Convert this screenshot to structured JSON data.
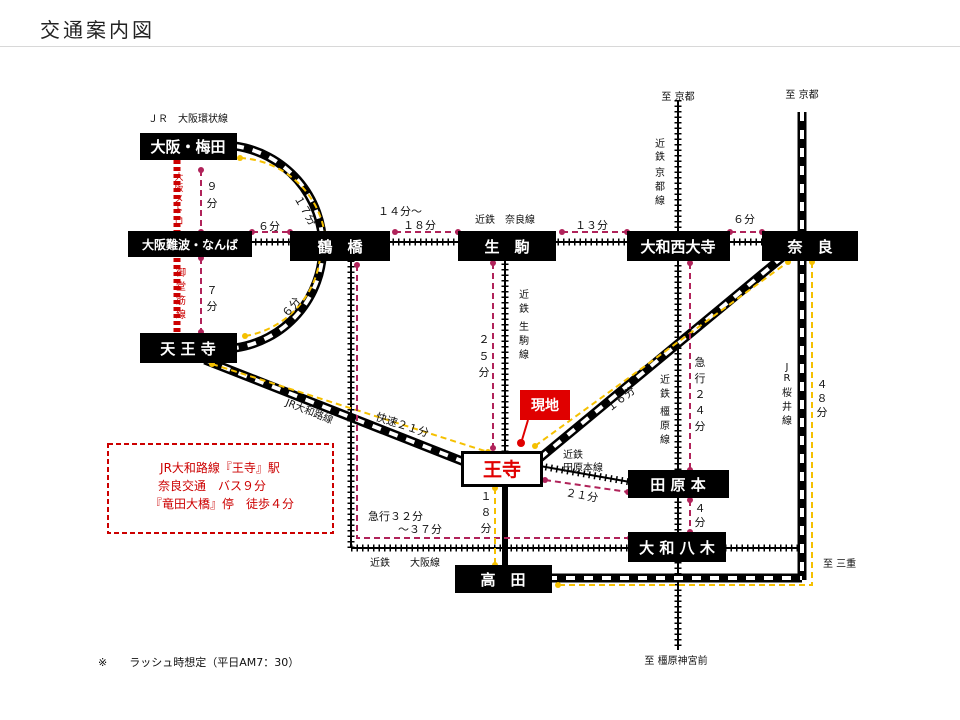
{
  "title": "交通案内図",
  "stations": {
    "umeda": "大阪・梅田",
    "namba": "大阪難波・なんば",
    "tsuruhashi": "鶴　橋",
    "ikoma": "生　駒",
    "yamatosaidaiji": "大和西大寺",
    "nara": "奈　良",
    "tennoji": "天 王 寺",
    "oji": "王寺",
    "tawaramoto": "田 原 本",
    "yamatoyagi": "大 和 八 木",
    "takada": "高　田",
    "current": "現地"
  },
  "lines": {
    "jr_loop": "ＪＲ　大阪環状線",
    "kintetsu_nara": "近鉄　奈良線",
    "jr_yamatoji": "JR大和路線",
    "kintetsu_kyoto": [
      "近",
      "鉄",
      "京",
      "都",
      "線"
    ],
    "kintetsu_ikoma": [
      "近",
      "鉄",
      "生",
      "駒",
      "線"
    ],
    "kintetsu_kashihara": [
      "近",
      "鉄",
      "橿",
      "原",
      "線"
    ],
    "jr_sakurai": [
      "J",
      "R",
      "桜",
      "井",
      "線"
    ],
    "metro_umeda": [
      "大",
      "阪",
      "メ",
      "ト",
      "ロ"
    ],
    "metro_midosuji": [
      "御",
      "堂",
      "筋",
      "線"
    ],
    "kintetsu_tawaramoto_1": "近鉄",
    "kintetsu_tawaramoto_2": "田原本線",
    "kintetsu_osaka": "近鉄　　大阪線"
  },
  "directions": {
    "kyoto1": "至 京都",
    "kyoto2": "至 京都",
    "mie": "至 三重",
    "kashihara": "至 橿原神宮前"
  },
  "times": {
    "umeda_namba": [
      "９",
      "分"
    ],
    "namba_tennoji": [
      "７",
      "分"
    ],
    "umeda_tsuruhashi": "１７分",
    "namba_tsuruhashi": "６分",
    "tennoji_tsuruhashi": "６分",
    "tsuruhashi_ikoma_1": "１４分～",
    "tsuruhashi_ikoma_2": "１８分",
    "ikoma_saidaiji": "１３分",
    "saidaiji_nara": "６分",
    "ikoma_oji": [
      "２",
      "５",
      "分"
    ],
    "saidaiji_yagi": [
      "急",
      "行",
      "２",
      "４",
      "分"
    ],
    "nara_takada": [
      "４",
      "８",
      "分"
    ],
    "oji_nara": "１６分",
    "tennoji_oji": "快速２１分",
    "oji_tawaramoto": "２１分",
    "tawaramoto_yagi": [
      "４",
      "分"
    ],
    "oji_takada": [
      "１",
      "８",
      "分"
    ],
    "yagi_tsuruhashi_1": "急行３２分",
    "yagi_tsuruhashi_2": "～３７分"
  },
  "access_note": {
    "line1": "JR大和路線『王寺』駅",
    "line2": "奈良交通　バス９分",
    "line3": "『竜田大橋』停　徒歩４分"
  },
  "footnote": "※　　ラッシュ時想定（平日AM7：30）",
  "colors": {
    "rail": "#000000",
    "metro": "#cc0000",
    "jr_time": "#f5c000",
    "kintetsu_time": "#b0235a",
    "accent": "#e00000"
  }
}
